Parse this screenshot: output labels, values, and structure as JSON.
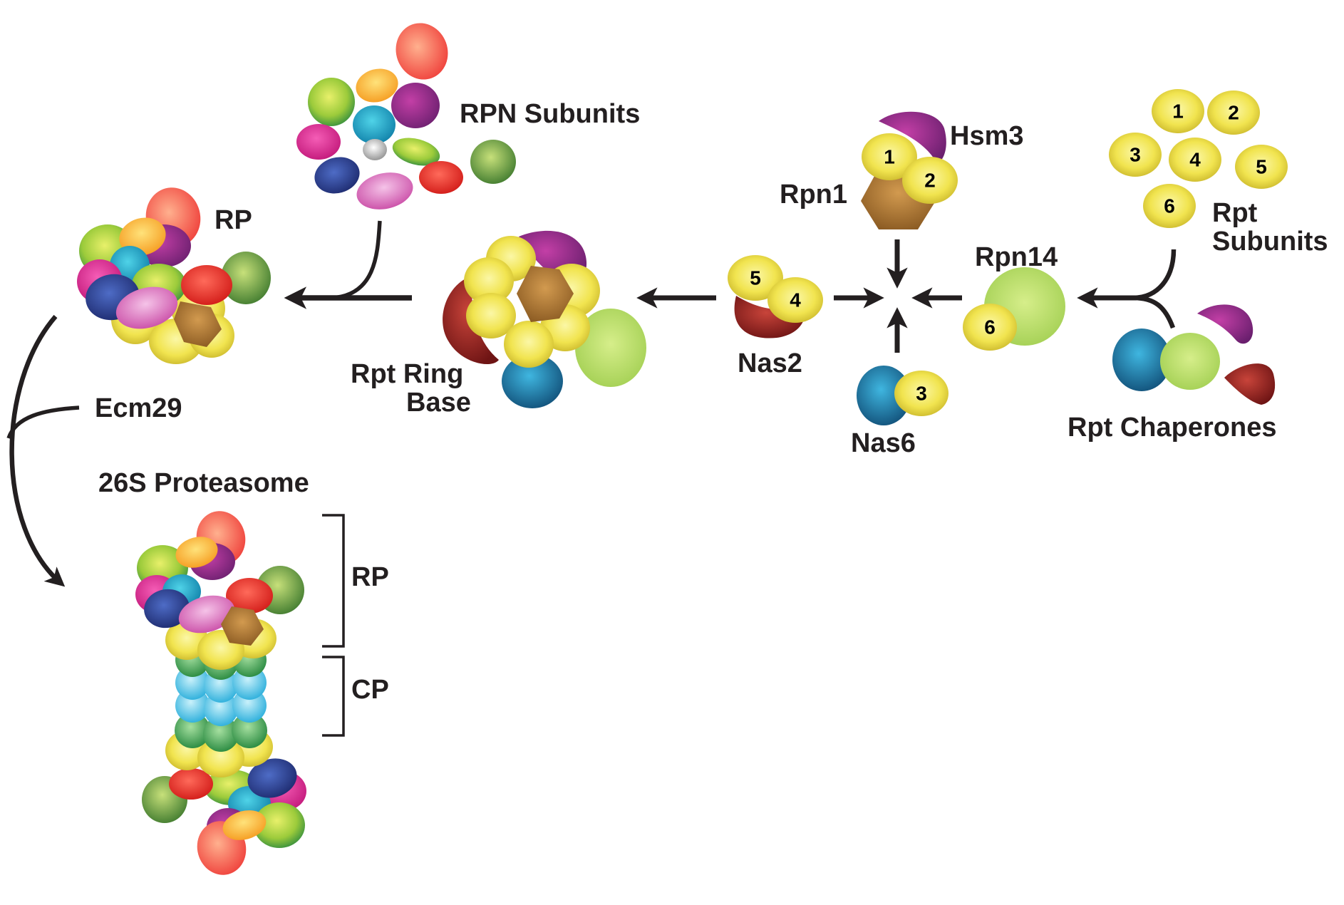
{
  "labels": {
    "rpn_subunits": "RPN Subunits",
    "rp_top": "RP",
    "ecm29": "Ecm29",
    "proteasome": "26S Proteasome",
    "rp_bracket": "RP",
    "cp_bracket": "CP",
    "rpt_ring_line1": "Rpt Ring",
    "rpt_ring_line2": "Base",
    "nas2": "Nas2",
    "hsm3": "Hsm3",
    "rpn1": "Rpn1",
    "nas6": "Nas6",
    "rpn14": "Rpn14",
    "rpt_subunits_line1": "Rpt",
    "rpt_subunits_line2": "Subunits",
    "rpt_chaperones": "Rpt Chaperones"
  },
  "numbers": {
    "rpt_1": "1",
    "rpt_2": "2",
    "rpt_3": "3",
    "rpt_4": "4",
    "rpt_5": "5",
    "rpt_6": "6",
    "hsm3_1": "1",
    "hsm3_2": "2",
    "nas2_5": "5",
    "nas2_4": "4",
    "nas6_3": "3",
    "rpn14_6": "6"
  },
  "colors": {
    "rpt_yellow": "#f2e65a",
    "rpn1_brown": "#a8742f",
    "hsm3_purple": "#8e2a8e",
    "nas2_red": "#8b1e1e",
    "nas6_blue": "#1f7fb0",
    "rpn14_green": "#b7dc6e",
    "cp_cyan": "#5fc8ea",
    "cp_green": "#4caa55",
    "arrow": "#231f20"
  }
}
